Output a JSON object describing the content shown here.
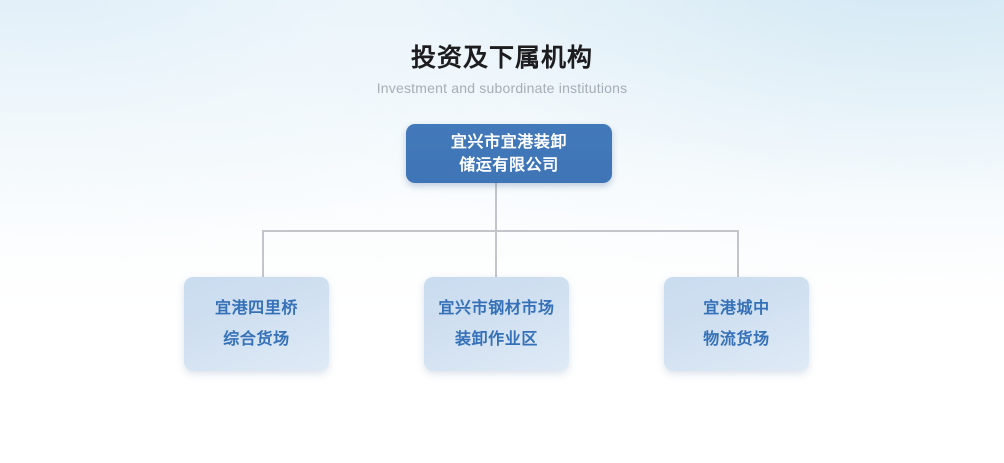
{
  "heading": {
    "title_cn": "投资及下属机构",
    "title_en": "Investment and subordinate institutions"
  },
  "org_chart": {
    "root": {
      "line1": "宜兴市宜港装卸",
      "line2": "储运有限公司",
      "full_text": "宜兴市宜港装卸储运有限公司"
    },
    "children": [
      {
        "line1": "宜港四里桥",
        "line2": "综合货场",
        "full_text": "宜港四里桥综合货场"
      },
      {
        "line1": "宜兴市钢材市场",
        "line2": "装卸作业区",
        "full_text": "宜兴市钢材市场装卸作业区"
      },
      {
        "line1": "宜港城中",
        "line2": "物流货场",
        "full_text": "宜港城中物流货场"
      }
    ]
  },
  "colors": {
    "root_node": "#4279ba",
    "root_text": "#ffffff",
    "child_node": "#cfdff0",
    "child_text": "#3571b8",
    "connector_line": "#c2c5c9",
    "title_text": "#1d1d1f",
    "subtitle_text": "#a6adb4",
    "background_tint": "#eaf4fa"
  }
}
